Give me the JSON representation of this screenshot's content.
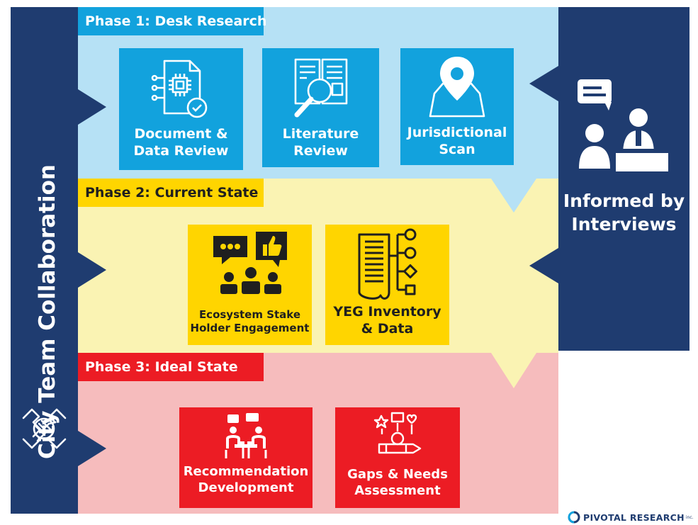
{
  "left_banner": {
    "title": "City Team Collaboration"
  },
  "right_banner": {
    "line1": "Informed by",
    "line2": "Interviews"
  },
  "phases": [
    {
      "label": "Phase 1: Desk Research",
      "items": [
        {
          "line1": "Document &",
          "line2": "Data Review"
        },
        {
          "line1": "Literature",
          "line2": "Review"
        },
        {
          "line1": "Jurisdictional",
          "line2": "Scan"
        }
      ]
    },
    {
      "label": "Phase 2: Current State",
      "items": [
        {
          "line1": "Ecosystem Stake",
          "line2": "Holder Engagement"
        },
        {
          "line1": "YEG Inventory",
          "line2": "& Data"
        }
      ]
    },
    {
      "label": "Phase 3: Ideal State",
      "items": [
        {
          "line1": "Recommendation",
          "line2": "Development"
        },
        {
          "line1": "Gaps & Needs",
          "line2": "Assessment"
        }
      ]
    }
  ],
  "logo": {
    "name": "PIVOTAL RESEARCH",
    "suffix": "inc."
  },
  "colors": {
    "navy": "#1f3c70",
    "phase1_band": "#b6e1f5",
    "phase1_accent": "#12a2dd",
    "phase2_band": "#faf3b3",
    "phase2_accent": "#ffd500",
    "phase3_band": "#f6bcbd",
    "phase3_accent": "#ec1c24"
  },
  "icons": [
    "document-chip-icon",
    "book-magnifier-icon",
    "map-pin-icon",
    "interview-icon",
    "stakeholder-engagement-icon",
    "inventory-flowchart-icon",
    "meeting-table-icon",
    "gaps-pencil-icon",
    "handshake-icon"
  ]
}
